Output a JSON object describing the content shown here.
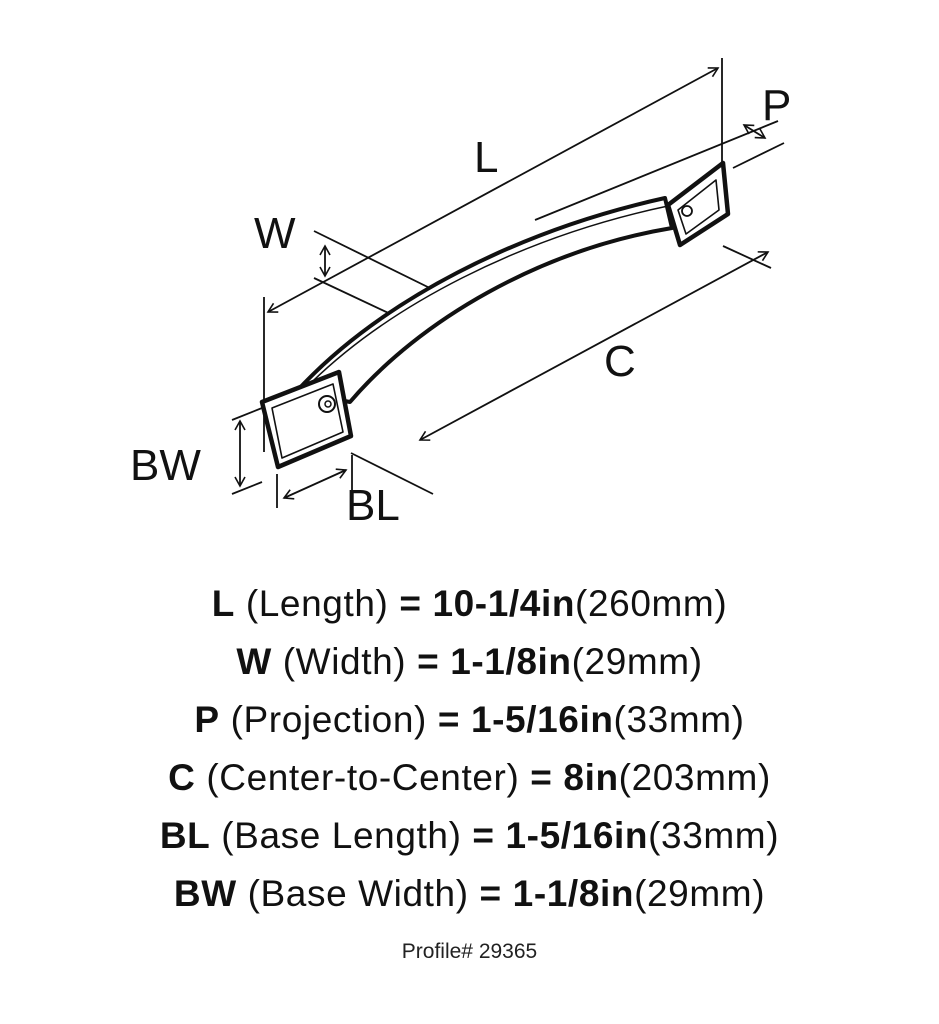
{
  "diagram": {
    "labels": {
      "L": "L",
      "W": "W",
      "P": "P",
      "C": "C",
      "BW": "BW",
      "BL": "BL"
    }
  },
  "specs": [
    {
      "code": "L",
      "name": "(Length)",
      "eq": "=",
      "inch": "10-1/4in",
      "mm": "(260mm)"
    },
    {
      "code": "W",
      "name": "(Width)",
      "eq": "=",
      "inch": "1-1/8in",
      "mm": "(29mm)"
    },
    {
      "code": "P",
      "name": "(Projection)",
      "eq": "=",
      "inch": "1-5/16in",
      "mm": "(33mm)"
    },
    {
      "code": "C",
      "name": "(Center-to-Center)",
      "eq": "=",
      "inch": "8in",
      "mm": "(203mm)"
    },
    {
      "code": "BL",
      "name": "(Base Length)",
      "eq": "=",
      "inch": "1-5/16in",
      "mm": "(33mm)"
    },
    {
      "code": "BW",
      "name": "(Base Width)",
      "eq": "=",
      "inch": "1-1/8in",
      "mm": "(29mm)"
    }
  ],
  "profile": "Profile# 29365"
}
